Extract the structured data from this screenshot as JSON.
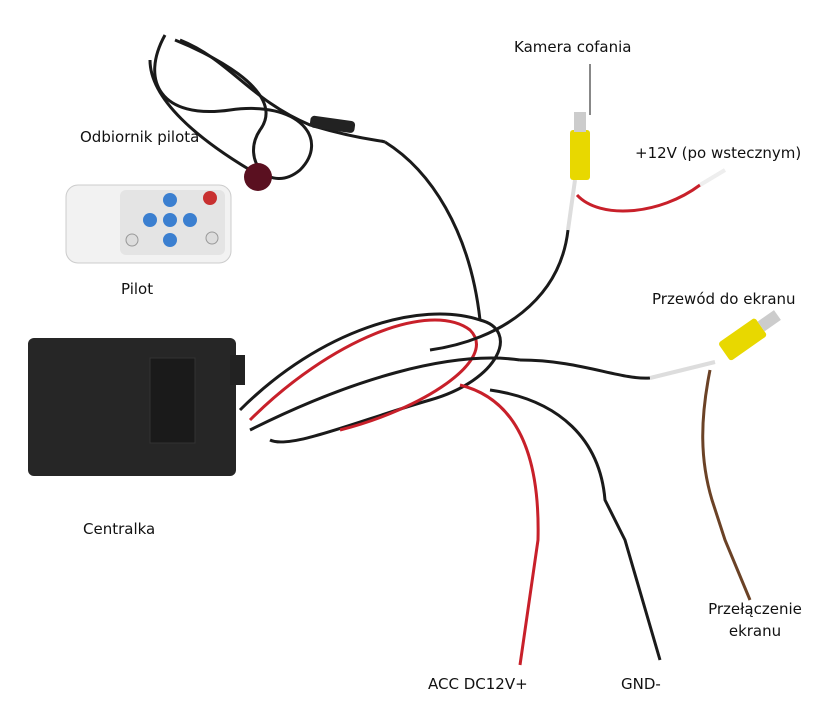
{
  "labels": {
    "camera": "Kamera cofania",
    "remote_receiver": "Odbiornik pilota",
    "reverse_power": "+12V (po wstecznym)",
    "remote": "Pilot",
    "screen_cable": "Przewód do ekranu",
    "control_unit": "Centralka",
    "screen_switch_line1": "Przełączenie",
    "screen_switch_line2": "ekranu",
    "acc": "ACC DC12V+",
    "gnd": "GND-"
  },
  "colors": {
    "rca_yellow": "#e8d800",
    "wire_red": "#c8202a",
    "wire_black": "#1a1a1a",
    "wire_brown": "#6b4226",
    "box": "#222222"
  }
}
